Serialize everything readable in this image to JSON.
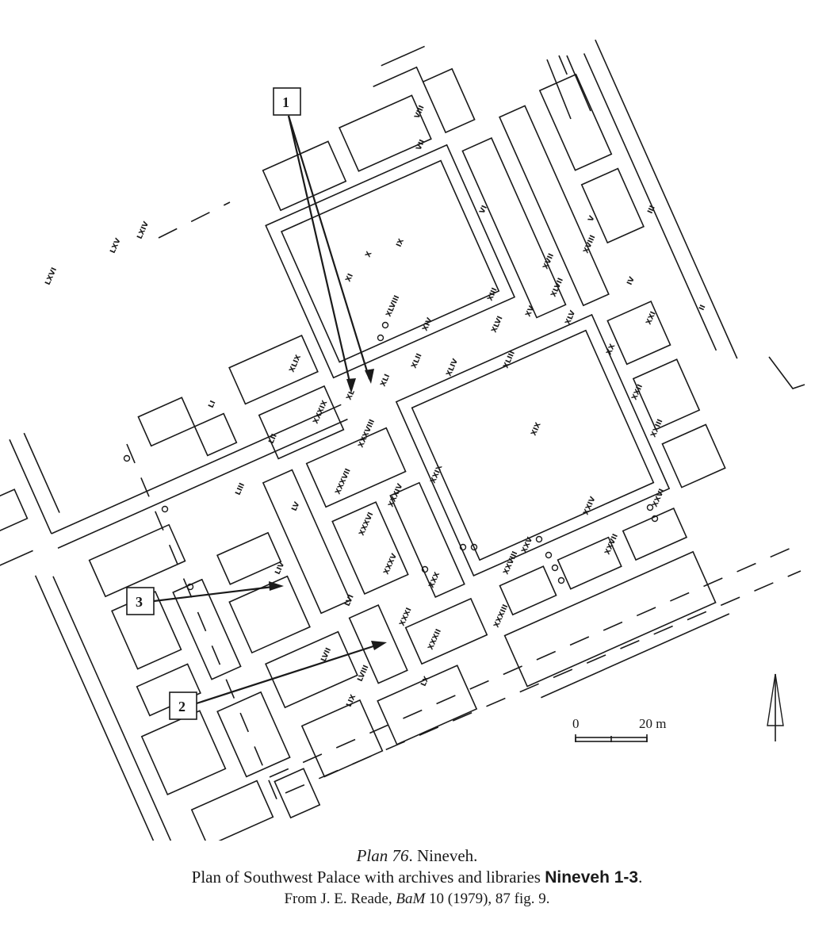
{
  "plan": {
    "room_labels": [
      "VII",
      "VIII",
      "IX",
      "X",
      "XI",
      "VI",
      "V",
      "IV",
      "II",
      "III",
      "XVII",
      "XVIII",
      "XIII",
      "XIV",
      "XV",
      "XLV",
      "XLIII",
      "XLIV",
      "XLVI",
      "XLVII",
      "XLVIII",
      "XLII",
      "XLI",
      "XL",
      "XLIX",
      "XIX",
      "XX",
      "XXI",
      "XXII",
      "XXIII",
      "XXIV",
      "XXV",
      "XXVI",
      "XXVII",
      "XXVIII",
      "XXIX",
      "XXX",
      "XXXI",
      "XXXII",
      "XXXIII",
      "XXXIV",
      "XXXV",
      "XXXVI",
      "XXXVII",
      "XXXVIII",
      "XXXIX",
      "LI",
      "LII",
      "LIII",
      "LIV",
      "LV",
      "LVI",
      "LVII",
      "LVIII",
      "LIX",
      "LX",
      "LXIV",
      "LXV",
      "LXVI"
    ],
    "callouts": [
      "1",
      "2",
      "3"
    ],
    "scale": {
      "zero_label": "0",
      "end_label": "20 m"
    },
    "north_arrow_icon": "north-arrow-icon"
  },
  "caption": {
    "line1_italic": "Plan 76",
    "line1_rest": ". Nineveh.",
    "line2_text": "Plan of Southwest Palace with archives and libraries ",
    "line2_bold": "Nineveh 1-3",
    "line2_end": ".",
    "line3_pre": "From J. E. Reade, ",
    "line3_italic": "BaM",
    "line3_rest": " 10 (1979), 87 fig. 9."
  }
}
